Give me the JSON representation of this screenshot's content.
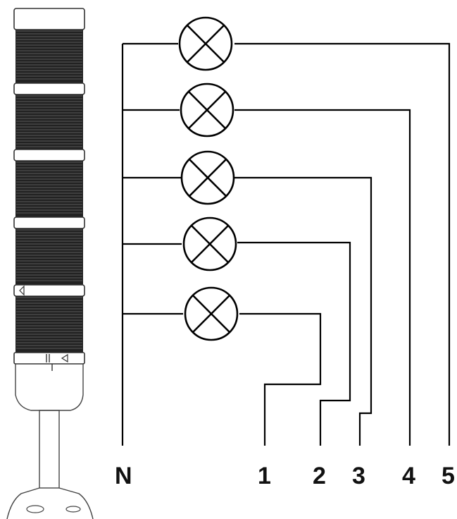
{
  "diagram": {
    "neutral_label": "N",
    "terminals": [
      {
        "id": "1",
        "label": "1"
      },
      {
        "id": "2",
        "label": "2"
      },
      {
        "id": "3",
        "label": "3"
      },
      {
        "id": "4",
        "label": "4"
      },
      {
        "id": "5",
        "label": "5"
      }
    ],
    "lamps": [
      {
        "terminal": "5"
      },
      {
        "terminal": "4"
      },
      {
        "terminal": "3"
      },
      {
        "terminal": "2"
      },
      {
        "terminal": "1"
      }
    ],
    "icons": [
      "signal-tower-illustration",
      "lamp-symbol"
    ],
    "colors": {
      "line": "#000000",
      "tower_band": "#222222",
      "background": "#ffffff"
    }
  }
}
